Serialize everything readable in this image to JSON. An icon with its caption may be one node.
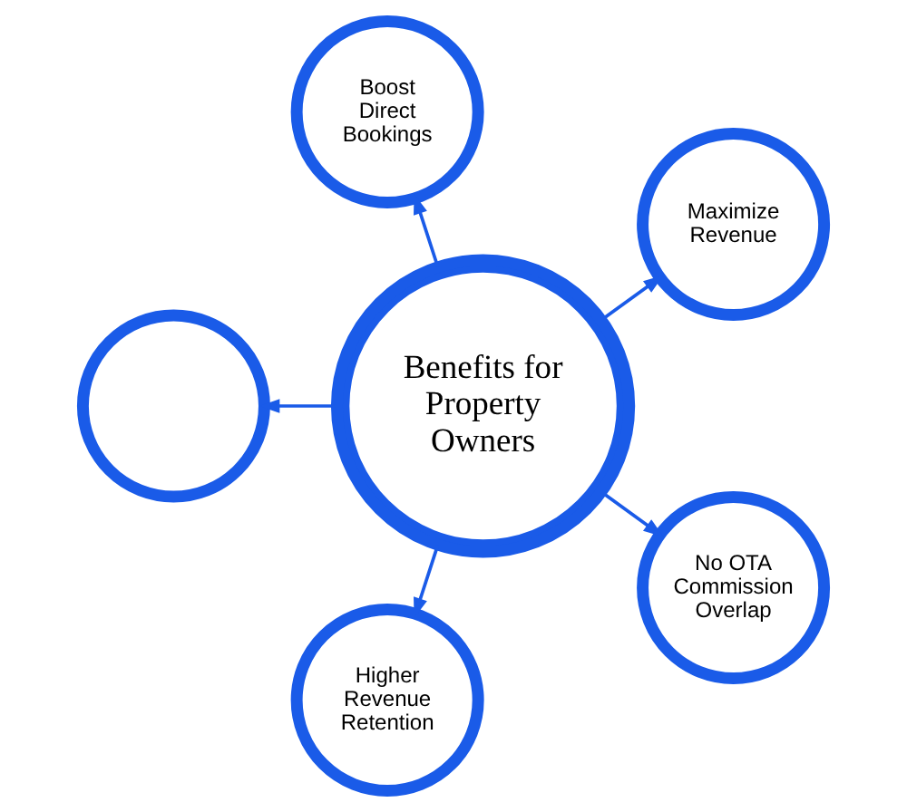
{
  "diagram": {
    "nodes": [
      {
        "text": [
          "Benefits for Property Owners"
        ]
      },
      {
        "text": [
          "Maximize Revenue"
        ]
      },
      {
        "text": [
          "Boost Direct Bookings"
        ]
      },
      {
        "text": [],
        "shape": "circle"
      },
      {
        "text": [
          "Higher Revenue Retention"
        ]
      },
      {
        "text": [
          "No OTA Commission Overlap"
        ]
      }
    ],
    "edges": [
      {
        "from": 0,
        "to": 1,
        "arrow": "to"
      },
      {
        "from": 0,
        "to": 2,
        "arrow": "to"
      },
      {
        "from": 0,
        "to": 3,
        "arrow": "to"
      },
      {
        "from": 0,
        "to": 4,
        "arrow": "to"
      },
      {
        "from": 0,
        "to": 5,
        "arrow": "to"
      }
    ]
  }
}
